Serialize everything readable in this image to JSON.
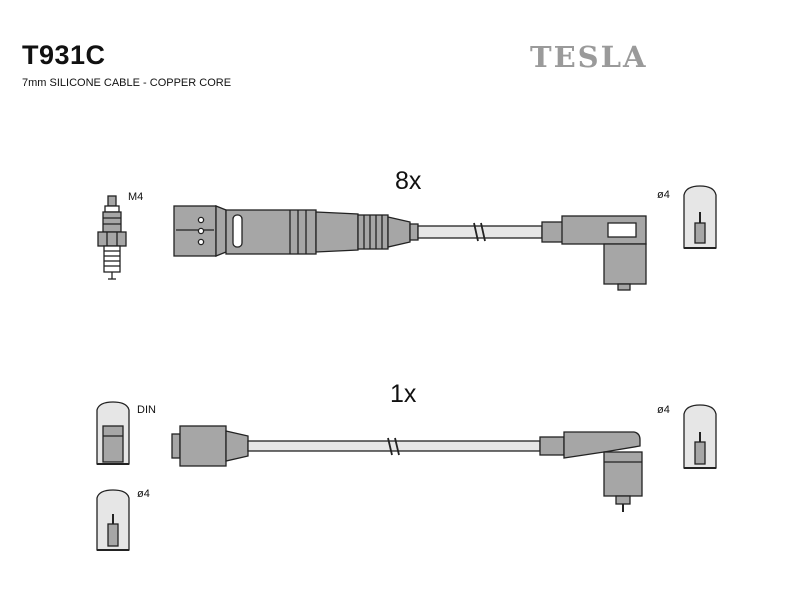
{
  "header": {
    "part_number": "T931C",
    "description": "7mm SILICONE CABLE - COPPER CORE",
    "brand": "TESLA"
  },
  "leads": [
    {
      "quantity_label": "8x"
    },
    {
      "quantity_label": "1x"
    }
  ],
  "labels": {
    "spark_plug_thread": "M4",
    "terminal_top_right": "ø4",
    "terminal_din": "DIN",
    "terminal_bottom_right": "ø4",
    "terminal_bottom_left": "ø4"
  },
  "colors": {
    "connector_fill": "#a6a6a6",
    "cable_fill": "#e6e6e6",
    "outline": "#222222",
    "brand": "#9a9a9a"
  }
}
